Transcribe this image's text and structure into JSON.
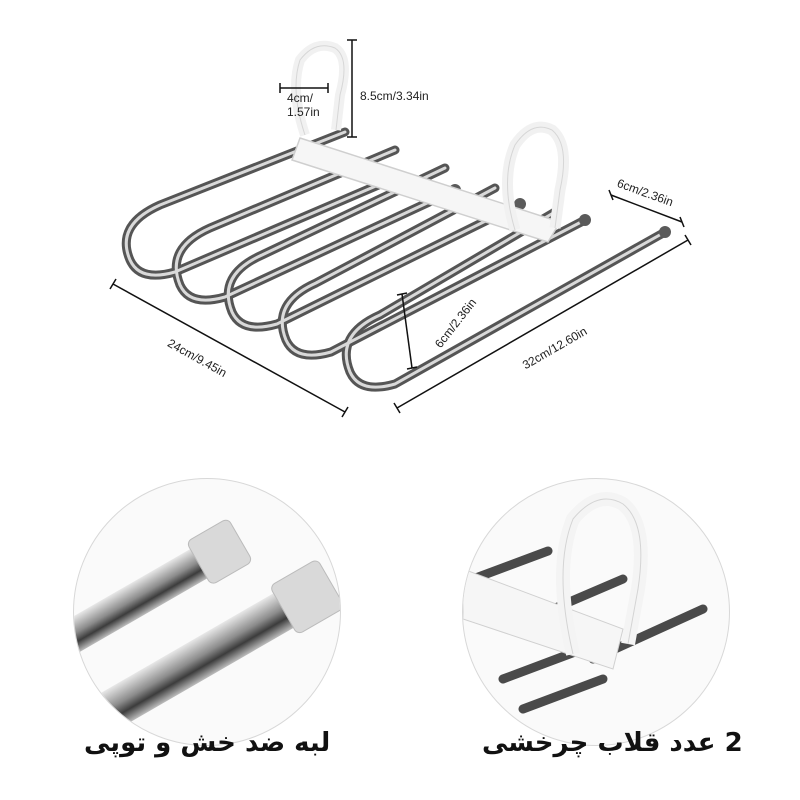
{
  "product": {
    "name": "5-layer foldable pants hanger",
    "material_colors": {
      "steel": "#9a9a9a",
      "steel_dark": "#3a3a3a",
      "plastic": "#f4f4f4"
    }
  },
  "dimensions": {
    "hook_width": {
      "line1": "4cm/",
      "line2": "1.57in"
    },
    "hook_height": "8.5cm/3.34in",
    "end_spacing": "6cm/2.36in",
    "bar_spacing": "6cm/2.36in",
    "depth": "24cm/9.45in",
    "length": "32cm/12.60in"
  },
  "details": [
    {
      "id": "anti-scratch-caps",
      "caption": "لبه ضد خش و توپی"
    },
    {
      "id": "swivel-hooks",
      "caption": "2 عدد قلاب چرخشی"
    }
  ]
}
